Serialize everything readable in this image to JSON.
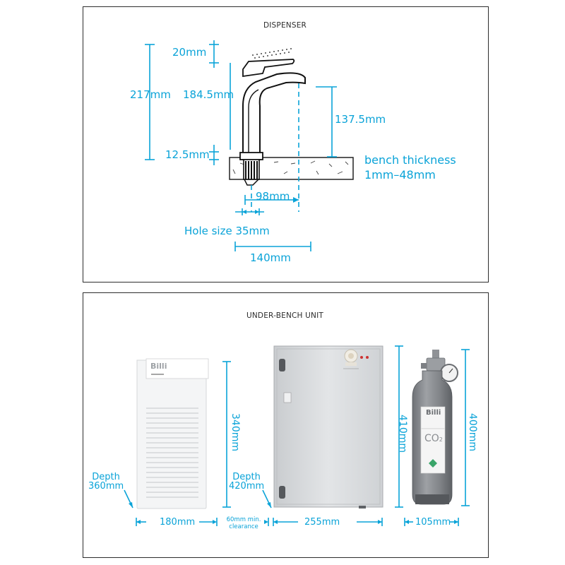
{
  "dispenser": {
    "title": "DISPENSER",
    "dims": {
      "d20": "20mm",
      "d217": "217mm",
      "d184_5": "184.5mm",
      "d12_5": "12.5mm",
      "d137_5": "137.5mm",
      "bench_thickness": "bench thickness",
      "bench_range": "1mm–48mm",
      "d98": "98mm",
      "hole": "Hole size 35mm",
      "d140": "140mm"
    }
  },
  "under_bench": {
    "title": "UNDER-BENCH UNIT",
    "dims": {
      "d340": "340mm",
      "depth1_label": "Depth",
      "depth1_value": "360mm",
      "depth2_label": "Depth",
      "depth2_value": "420mm",
      "d410": "410mm",
      "d400": "400mm",
      "d180": "180mm",
      "clearance": "60mm min. clearance",
      "d255": "255mm",
      "d105": "105mm"
    },
    "product_labels": {
      "brand_front": "Billi",
      "brand_cylinder": "Billi",
      "co2": "CO",
      "co2_sub": "2"
    }
  },
  "colors": {
    "dimension": "#0aa3d8",
    "frame": "#2d2d2d"
  }
}
